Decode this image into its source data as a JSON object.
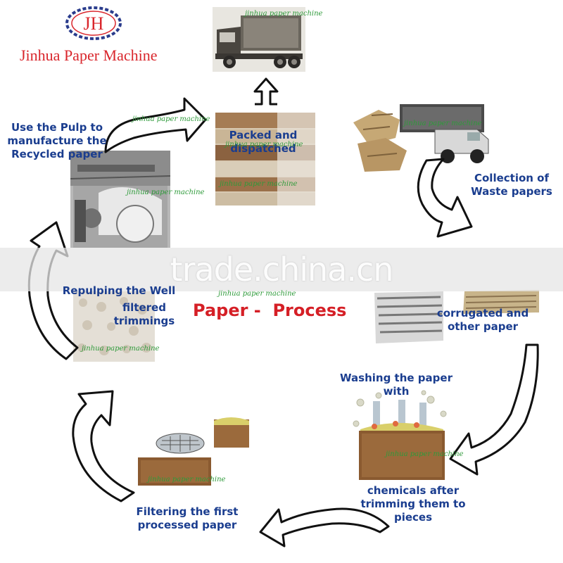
{
  "brand": {
    "logo_text": "JH",
    "name": "Jinhua Paper Machine"
  },
  "watermark": {
    "site": "trade.china.cn",
    "small": "jinhua paper machine"
  },
  "diagram_title": "Paper -  Process",
  "steps": {
    "packed": "Packed and dispatched",
    "collection": "Collection of Waste papers",
    "corrugated": "corrugated and other paper",
    "washing_top": "Washing the paper with",
    "washing_bottom": "chemicals after trimming them to pieces",
    "filtering": "Filtering the first processed paper",
    "repulping_top": "Repulping the Well",
    "repulping_bottom": "filtered trimmings",
    "use_pulp": "Use the Pulp to manufacture the Recycled paper"
  },
  "colors": {
    "brand_red": "#d9262c",
    "label_blue": "#1a3d8f",
    "watermark_green": "#2e9a3a"
  }
}
